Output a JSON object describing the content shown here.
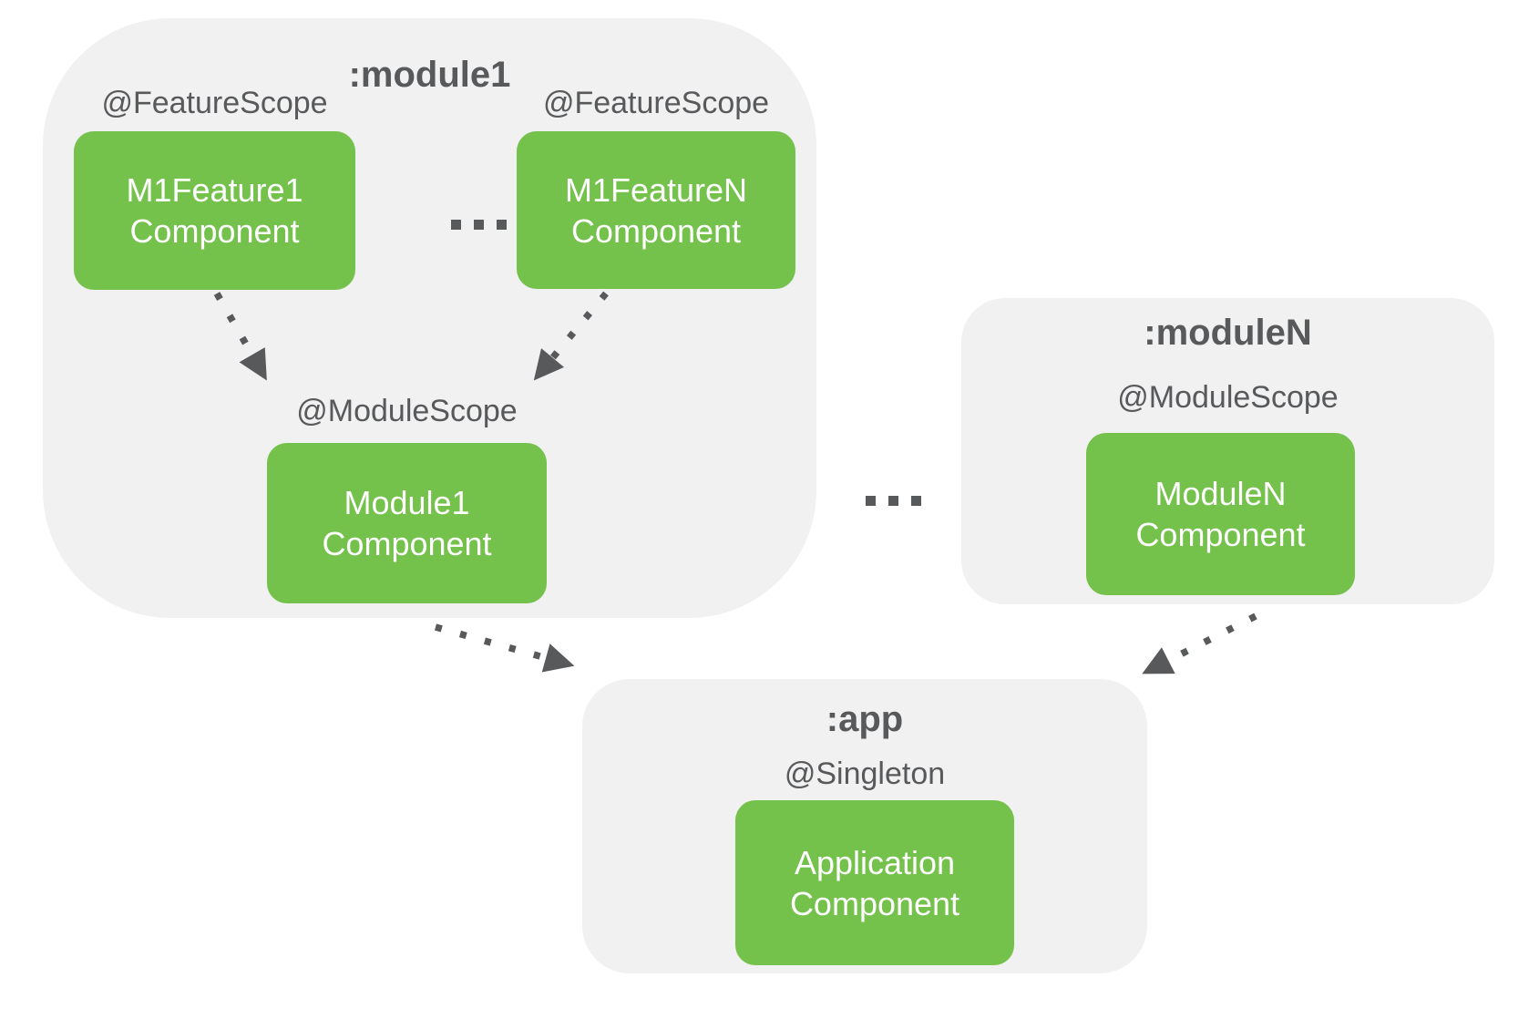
{
  "containers": {
    "module1": {
      "title": ":module1",
      "feature_scope_left": "@FeatureScope",
      "feature_scope_right": "@FeatureScope",
      "module_scope": "@ModuleScope",
      "boxes": {
        "feature1": {
          "line1": "M1Feature1",
          "line2": "Component"
        },
        "featureN": {
          "line1": "M1FeatureN",
          "line2": "Component"
        },
        "module1": {
          "line1": "Module1",
          "line2": "Component"
        }
      }
    },
    "moduleN": {
      "title": ":moduleN",
      "module_scope": "@ModuleScope",
      "boxes": {
        "moduleN": {
          "line1": "ModuleN",
          "line2": "Component"
        }
      }
    },
    "app": {
      "title": ":app",
      "singleton": "@Singleton",
      "boxes": {
        "application": {
          "line1": "Application",
          "line2": "Component"
        }
      }
    }
  },
  "icons": {
    "ellipsis_module1": "three-square-dots",
    "ellipsis_between_modules": "three-square-dots",
    "arrowhead": "solid-triangle"
  },
  "colors": {
    "component_green": "#74C14C",
    "container_gray": "#F1F1F2",
    "label_text": "#58595B",
    "arrow": "#58595B",
    "box_text": "#FFFFFF",
    "background": "#FFFFFF"
  }
}
